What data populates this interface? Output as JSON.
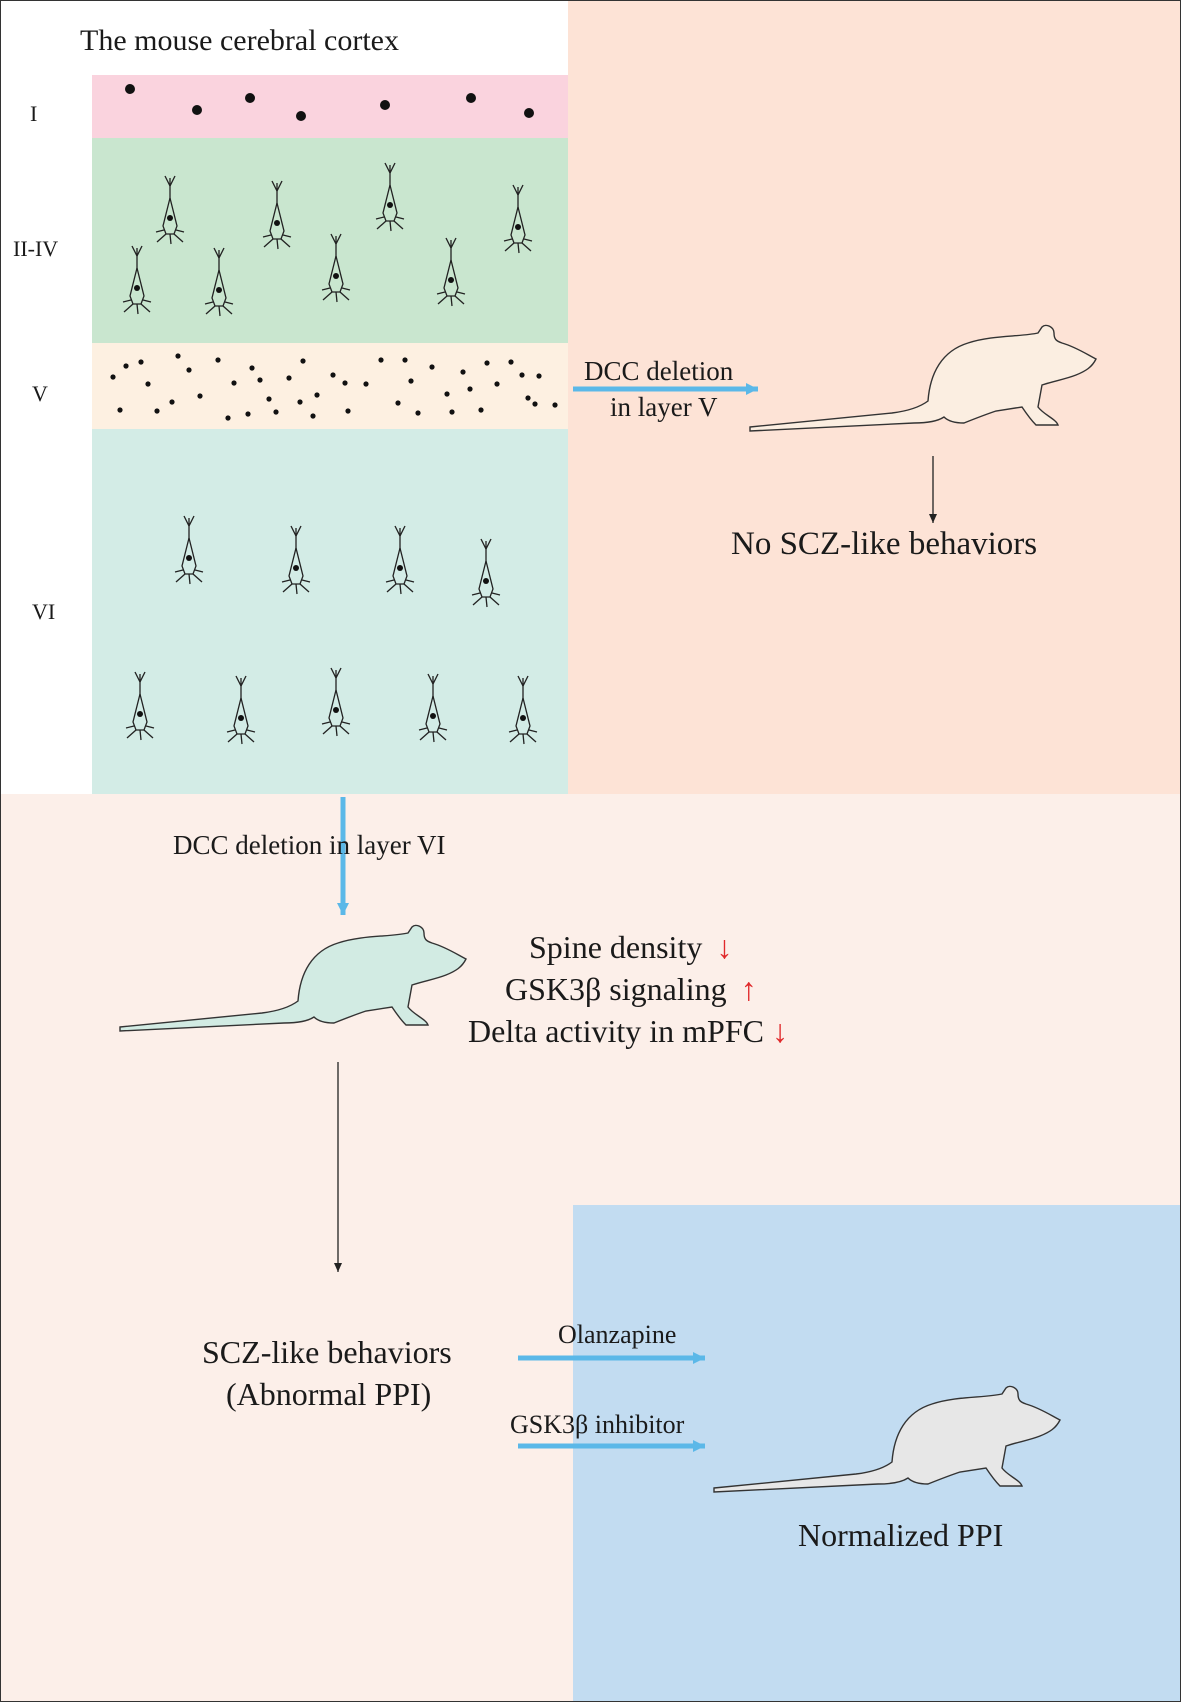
{
  "title": "The mouse cerebral cortex",
  "layers": [
    {
      "label": "I"
    },
    {
      "label": "II-IV"
    },
    {
      "label": "V"
    },
    {
      "label": "VI"
    }
  ],
  "layer_v_path": {
    "label_line1": "DCC deletion",
    "label_line2": "in layer V",
    "outcome": "No SCZ-like behaviors"
  },
  "layer_vi_path": {
    "label": "DCC deletion in layer VI",
    "effects": [
      {
        "text": "Spine density",
        "arrow": "↓"
      },
      {
        "text": "GSK3β signaling",
        "arrow": "↑"
      },
      {
        "text": "Delta activity in mPFC",
        "arrow": "↓"
      }
    ],
    "behavior_line1": "SCZ-like behaviors",
    "behavior_line2": "(Abnormal PPI)"
  },
  "treatments": [
    {
      "label": "Olanzapine"
    },
    {
      "label": "GSK3β inhibitor"
    }
  ],
  "result": "Normalized PPI",
  "colors": {
    "layer_i": "#fad3de",
    "layer_ii_iv": "#c9e6cf",
    "layer_v": "#fdf0e1",
    "layer_vi": "#d3ece6",
    "panel_right": "#fde3d6",
    "panel_bottom": "#fcefe9",
    "panel_blue": "#c2dcf1",
    "arrow_blue": "#5bb8e8",
    "arrow_red": "#e0292b",
    "mouse_beige": "#fbeee1",
    "mouse_teal": "#d2ebe3",
    "mouse_gray": "#e7e7e7"
  }
}
